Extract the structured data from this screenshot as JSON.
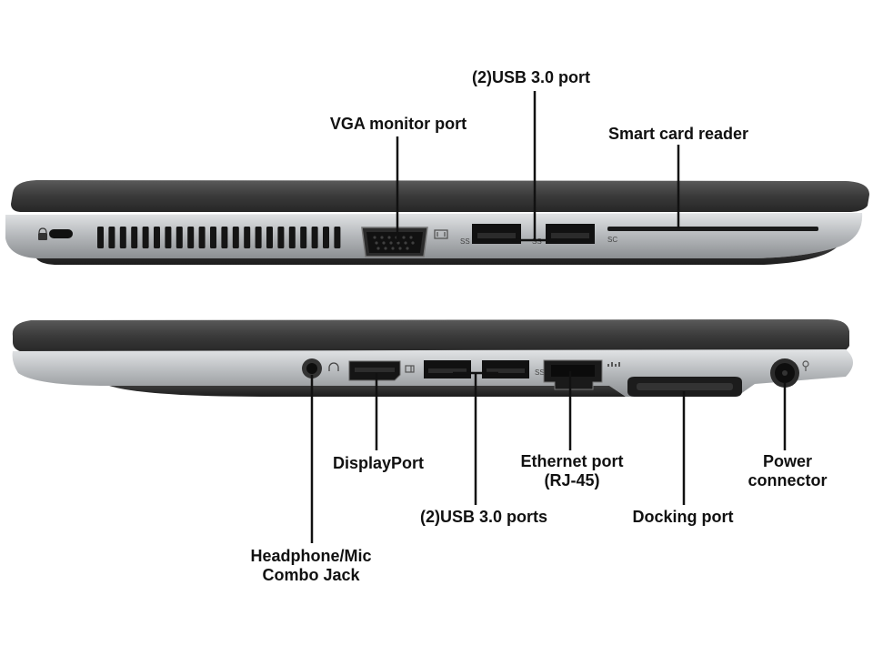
{
  "labels": {
    "usb_top": "(2)USB 3.0 port",
    "vga": "VGA monitor port",
    "smart_card": "Smart card reader",
    "displayport": "DisplayPort",
    "ethernet_line1": "Ethernet port",
    "ethernet_line2": "(RJ-45)",
    "power_line1": "Power",
    "power_line2": "connector",
    "usb_bottom": "(2)USB 3.0 ports",
    "docking": "Docking port",
    "headphone_line1": "Headphone/Mic",
    "headphone_line2": "Combo Jack"
  },
  "port_markings": {
    "usb_top_left": "SS",
    "usb_top_right": "SS",
    "smart_card": "SC",
    "usb_bottom": "SS"
  },
  "colors": {
    "lid": "#3c3c3c",
    "chassis": "#b9bcbf",
    "port": "#111111",
    "leader": "#111111"
  }
}
